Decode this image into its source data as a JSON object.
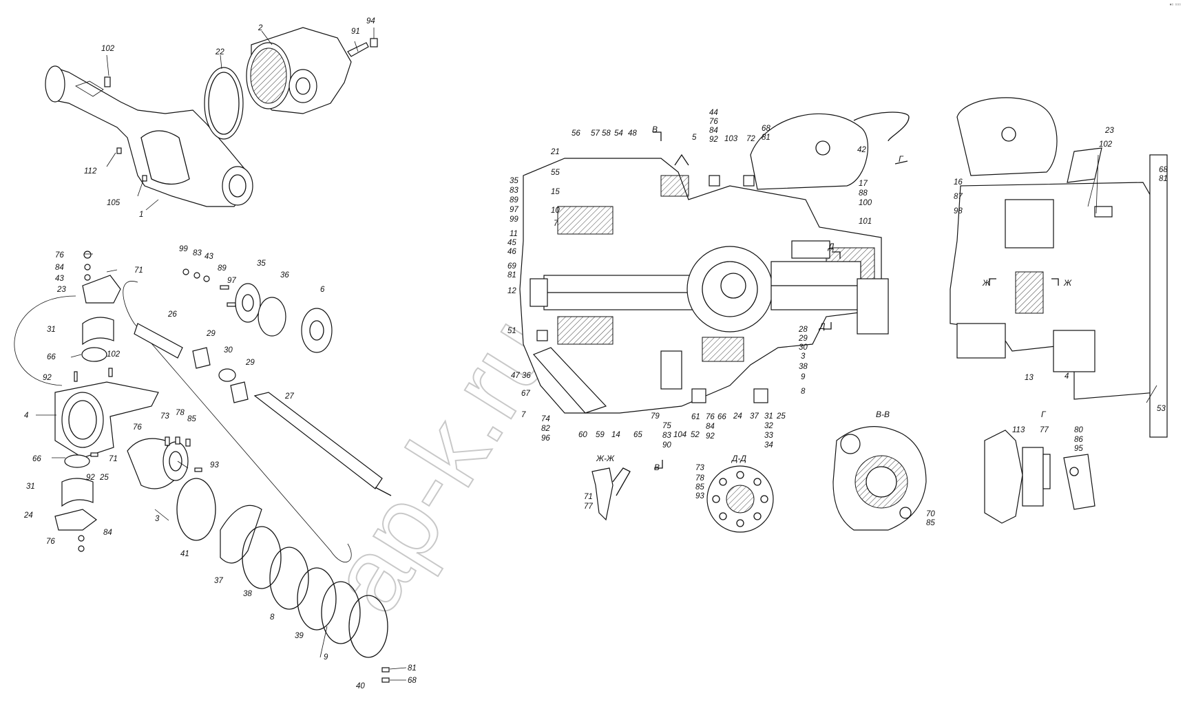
{
  "corner_mark": "▪▫ ▫▫▫",
  "watermark": "ap-k.ru",
  "sections": {
    "v_top": "В",
    "v_bottom": "В",
    "g": "Г",
    "d_top": "Д",
    "d_bottom": "Д",
    "zh_left": "Ж",
    "zh_right": "Ж",
    "view_vv": "В-В",
    "view_dd": "Д-Д",
    "view_zhzh": "Ж-Ж",
    "view_g": "Г"
  },
  "labels": {
    "l102a": "102",
    "l2": "2",
    "l22": "22",
    "l91": "91",
    "l94": "94",
    "l112": "112",
    "l105": "105",
    "l1": "1",
    "l76a": "76",
    "l84a": "84",
    "l43a": "43",
    "l71a": "71",
    "l23a": "23",
    "l31a": "31",
    "l66a": "66",
    "l102b": "102",
    "l92a": "92",
    "l4a": "4",
    "l66b": "66",
    "l92b": "92",
    "l25a": "25",
    "l71b": "71",
    "l31b": "31",
    "l24a": "24",
    "l84b": "84",
    "l76b": "76",
    "l76c": "76",
    "l73a": "73",
    "l78a": "78",
    "l85a": "85",
    "l3a": "3",
    "l93a": "93",
    "l41": "41",
    "l37a": "37",
    "l38": "38",
    "l8a": "8",
    "l39": "39",
    "l9a": "9",
    "l40": "40",
    "l81a": "81",
    "l68a": "68",
    "l99a": "99",
    "l83a": "83",
    "l43b": "43",
    "l89a": "89",
    "l97a": "97",
    "l35a": "35",
    "l36a": "36",
    "l6": "6",
    "l26": "26",
    "l29a": "29",
    "l30a": "30",
    "l29b": "29",
    "l27": "27",
    "s35": "35",
    "s83": "83",
    "s89": "89",
    "s97": "97",
    "s99": "99",
    "s7": "7",
    "s10": "10",
    "s15": "15",
    "s55": "55",
    "s21": "21",
    "s56": "56",
    "s5758": "57 58",
    "s54": "54",
    "s48": "48",
    "s11": "11",
    "s45": "45",
    "s46": "46",
    "s69": "69",
    "s81": "81",
    "s12": "12",
    "s51": "51",
    "s4736": "47 36",
    "s67": "67",
    "s7b": "7",
    "s74": "74",
    "s82": "82",
    "s96": "96",
    "s60": "60",
    "s59": "59",
    "s14": "14",
    "s65": "65",
    "s79": "79",
    "s75": "75",
    "s83b": "83",
    "s90": "90",
    "s104": "104",
    "s52": "52",
    "s61": "61",
    "s76": "76",
    "s84": "84",
    "s92": "92",
    "s66": "66",
    "s24": "24",
    "s37": "37",
    "s31": "31",
    "s32": "32",
    "s33": "33",
    "s34": "34",
    "s25": "25",
    "s5": "5",
    "s44": "44",
    "s76b": "76",
    "s84b": "84",
    "s92b": "92",
    "s103": "103",
    "s72": "72",
    "s68": "68",
    "s81b": "81",
    "s42": "42",
    "s17": "17",
    "s88": "88",
    "s100": "100",
    "s101": "101",
    "s28": "28",
    "s29": "29",
    "s30": "30",
    "s3": "3",
    "s38": "38",
    "s9": "9",
    "s8": "8",
    "r23": "23",
    "r102": "102",
    "r16": "16",
    "r87": "87",
    "r98": "98",
    "r68": "68",
    "r81": "81",
    "r13": "13",
    "r4": "4",
    "r53": "53",
    "zz71": "71",
    "zz77": "77",
    "dd73": "73",
    "dd78": "78",
    "dd85": "85",
    "dd93": "93",
    "vv70": "70",
    "vv85": "85",
    "g113": "113",
    "g77": "77",
    "g80": "80",
    "g86": "86",
    "g95": "95"
  }
}
